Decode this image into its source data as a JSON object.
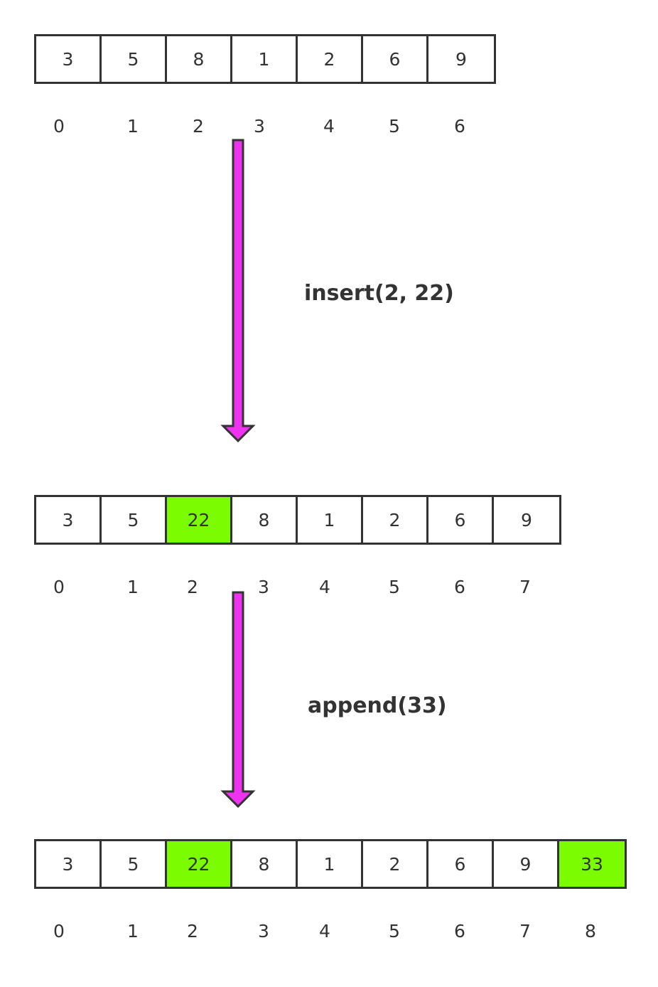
{
  "arrays": [
    {
      "cells": [
        {
          "value": "3"
        },
        {
          "value": "5"
        },
        {
          "value": "8"
        },
        {
          "value": "1"
        },
        {
          "value": "2"
        },
        {
          "value": "6"
        },
        {
          "value": "9"
        }
      ],
      "indices": [
        "0",
        "1",
        "2",
        "3",
        "4",
        "5",
        "6"
      ]
    },
    {
      "cells": [
        {
          "value": "3"
        },
        {
          "value": "5"
        },
        {
          "value": "22",
          "highlight": true
        },
        {
          "value": "8"
        },
        {
          "value": "1"
        },
        {
          "value": "2"
        },
        {
          "value": "6"
        },
        {
          "value": "9"
        }
      ],
      "indices": [
        "0",
        "1",
        "2",
        "3",
        "4",
        "5",
        "6",
        "7"
      ]
    },
    {
      "cells": [
        {
          "value": "3"
        },
        {
          "value": "5"
        },
        {
          "value": "22",
          "highlight": true
        },
        {
          "value": "8"
        },
        {
          "value": "1"
        },
        {
          "value": "2"
        },
        {
          "value": "6"
        },
        {
          "value": "9"
        },
        {
          "value": "33",
          "highlight": true
        }
      ],
      "indices": [
        "0",
        "1",
        "2",
        "3",
        "4",
        "5",
        "6",
        "7",
        "8"
      ]
    }
  ],
  "operations": [
    {
      "label": "insert(2, 22)"
    },
    {
      "label": "append(33)"
    }
  ],
  "colors": {
    "highlight": "#7cfc00",
    "arrow_fill": "#ee33ee",
    "stroke": "#333333"
  }
}
